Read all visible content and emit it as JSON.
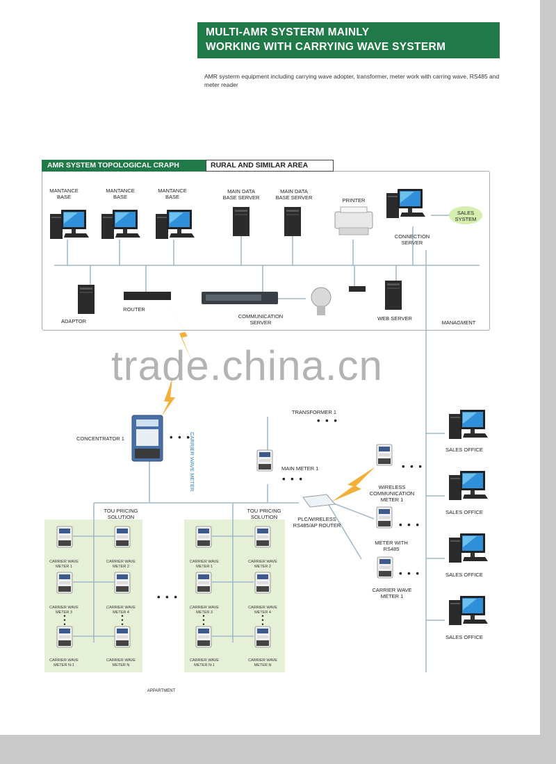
{
  "header": {
    "title_line1": "MULTI-AMR SYSTERM MAINLY",
    "title_line2": "WORKING WITH CARRYING WAVE SYSTERM",
    "description": "AMR systerm equipment including carrying wave adopter, transformer, meter work with carring wave, RS485 and meter reader"
  },
  "panel": {
    "tab_title": "AMR SYSTEM TOPOLOGICAL CRAPH",
    "tab_area": "RURAL AND SIMILAR AREA",
    "mantance_base_1": "MANTANCE\nBASE",
    "mantance_base_2": "MANTANCE\nBASE",
    "mantance_base_3": "MANTANCE\nBASE",
    "main_data_server_1": "MAIN DATA\nBASE SERVER",
    "main_data_server_2": "MAIN DATA\nBASE SERVER",
    "printer": "PRINTER",
    "connection_server": "CONNECTION\nSERVER",
    "sales_system": "SALES\nSYSTEM",
    "adaptor": "ADAPTOR",
    "router": "ROUTER",
    "communication_server": "COMMUNICATION\nSERVER",
    "web_server": "WEB SERVER",
    "managment": "MANAGMENT"
  },
  "watermark": "trade.china.cn",
  "field": {
    "concentrator": "CONCENTRATOR 1",
    "carrier_wave_meter_vertical": "CARRIER WAVE METER",
    "transformer": "TRANSFORMER 1",
    "main_meter": "MAIN METER 1",
    "tou_pricing_1": "TOU PRICING\nSOLUTION",
    "tou_pricing_2": "TOU PRICING\nSOLUTION",
    "plc_router": "PLC/WIRELESS\nRS485/AP ROUTER",
    "wireless_meter": "WIRELESS\nCOMMUNICATION\nMETER 1",
    "meter_rs485": "METER WITH\nRS485",
    "carrier_wave_meter_1": "CARRIER WAVE\nMETER 1",
    "apartment": "APPARTMENT",
    "ellipsis": "• • •"
  },
  "meters_left": [
    "CARRIER WAVE\nMETER 1",
    "CARRIER WAVE\nMETER 2",
    "CARRIER WAVE\nMETER 3",
    "CARRIER WAVE\nMETER 4",
    "CARRIER WAVE\nMETER N-1",
    "CARRIER WAVE\nMETER N"
  ],
  "meters_right": [
    "CARRIER WAVE\nMETER 1",
    "CARRIER WAVE\nMETER 2",
    "CARRIER WAVE\nMETER 3",
    "CARRIER WAVE\nMETER 4",
    "CARRIER WAVE\nMETER N-1",
    "CARRIER WAVE\nMETER N"
  ],
  "sales_offices": [
    "SALES OFFICE",
    "SALES OFFICE",
    "SALES OFFICE",
    "SALES OFFICE"
  ],
  "colors": {
    "banner": "#1f7a48",
    "lines": "#9fb7c8",
    "lightning": "#f2a623",
    "area_bg": "#e6f0d6",
    "sales_bubble": "#d6efb0"
  }
}
